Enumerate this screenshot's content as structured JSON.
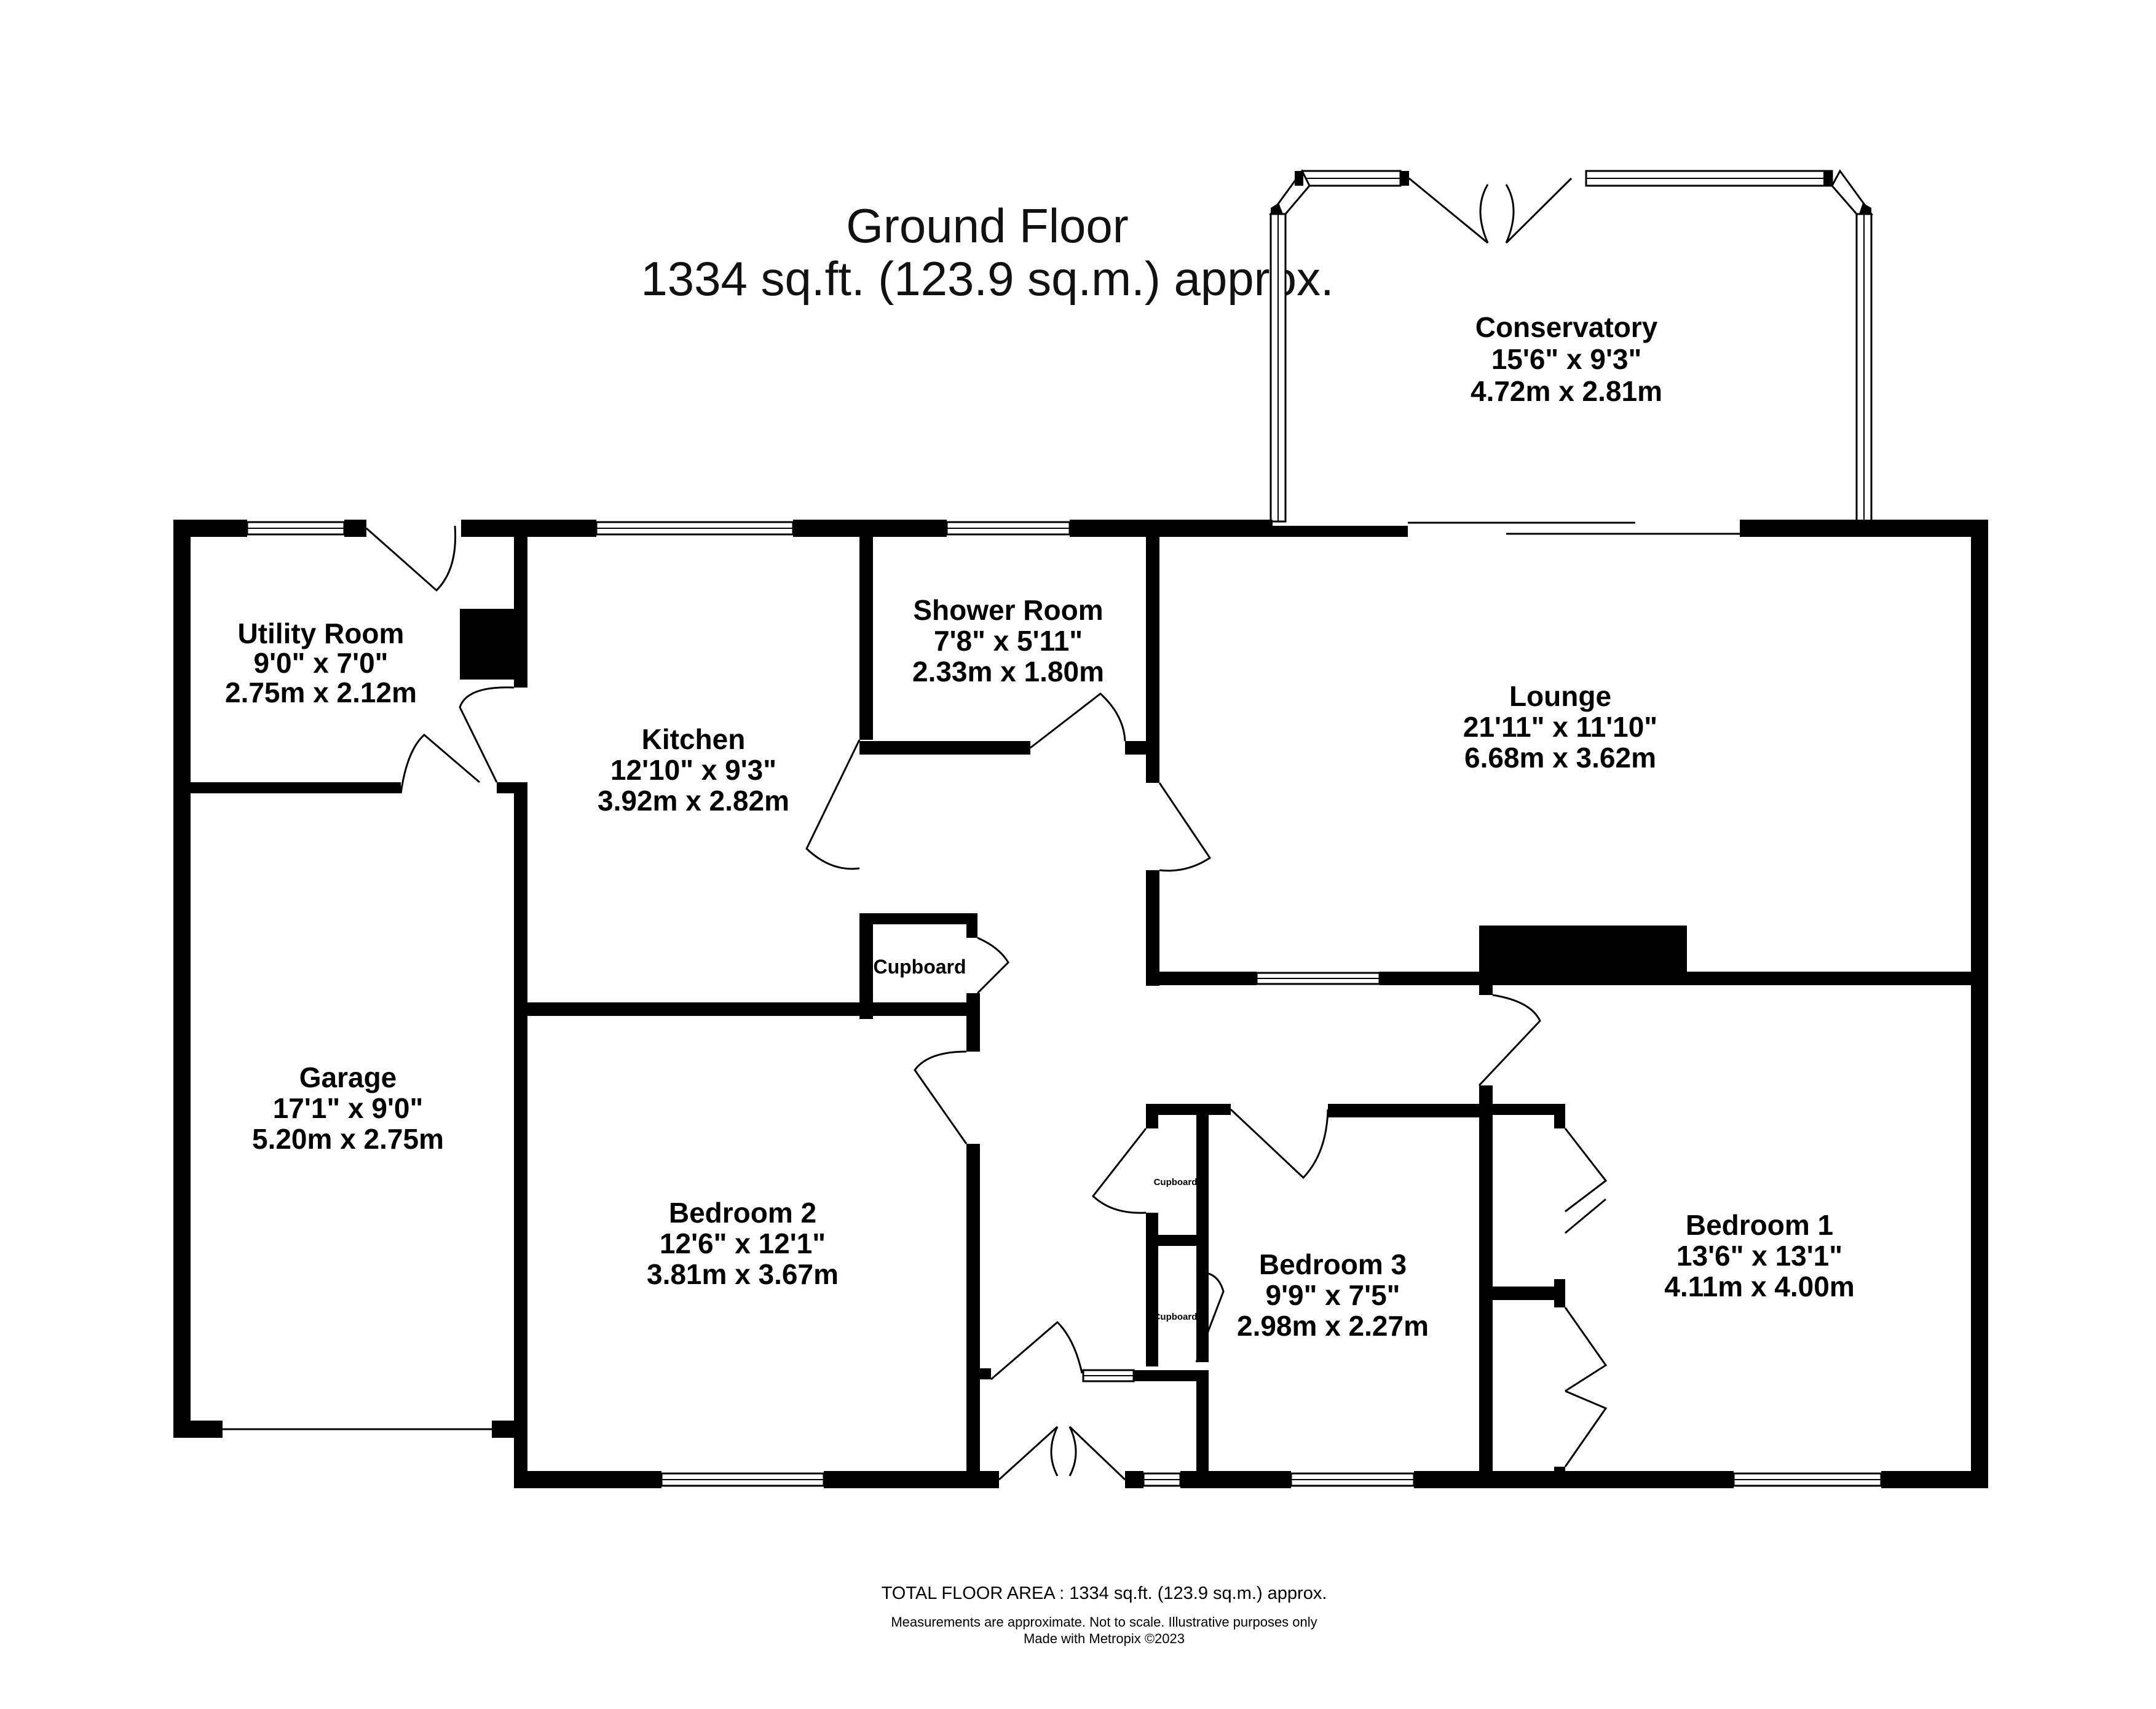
{
  "header": {
    "floor_name": "Ground Floor",
    "floor_area": "1334 sq.ft. (123.9 sq.m.) approx."
  },
  "rooms": [
    {
      "id": "conservatory",
      "name": "Conservatory",
      "imperial": "15'6\"  x 9'3\"",
      "metric": "4.72m  x 2.81m"
    },
    {
      "id": "utility",
      "name": "Utility Room",
      "imperial": "9'0\"  x 7'0\"",
      "metric": "2.75m  x 2.12m"
    },
    {
      "id": "shower",
      "name": "Shower Room",
      "imperial": "7'8\"  x 5'11\"",
      "metric": "2.33m  x 1.80m"
    },
    {
      "id": "kitchen",
      "name": "Kitchen",
      "imperial": "12'10\"  x 9'3\"",
      "metric": "3.92m  x 2.82m"
    },
    {
      "id": "lounge",
      "name": "Lounge",
      "imperial": "21'11\"  x 11'10\"",
      "metric": "6.68m  x 3.62m"
    },
    {
      "id": "garage",
      "name": "Garage",
      "imperial": "17'1\"  x 9'0\"",
      "metric": "5.20m  x 2.75m"
    },
    {
      "id": "bedroom2",
      "name": "Bedroom 2",
      "imperial": "12'6\"  x 12'1\"",
      "metric": "3.81m  x 3.67m"
    },
    {
      "id": "bedroom3",
      "name": "Bedroom 3",
      "imperial": "9'9\"  x 7'5\"",
      "metric": "2.98m  x 2.27m"
    },
    {
      "id": "bedroom1",
      "name": "Bedroom 1",
      "imperial": "13'6\"  x 13'1\"",
      "metric": "4.11m  x 4.00m"
    }
  ],
  "cupboards": [
    "Cupboard",
    "Cupboard",
    "Cupboard"
  ],
  "footer": {
    "total_area": "TOTAL FLOOR AREA : 1334 sq.ft. (123.9 sq.m.) approx.",
    "disclaimer": "Measurements are approximate.  Not to scale.  Illustrative purposes only",
    "credit": "Made with Metropix ©2023"
  }
}
